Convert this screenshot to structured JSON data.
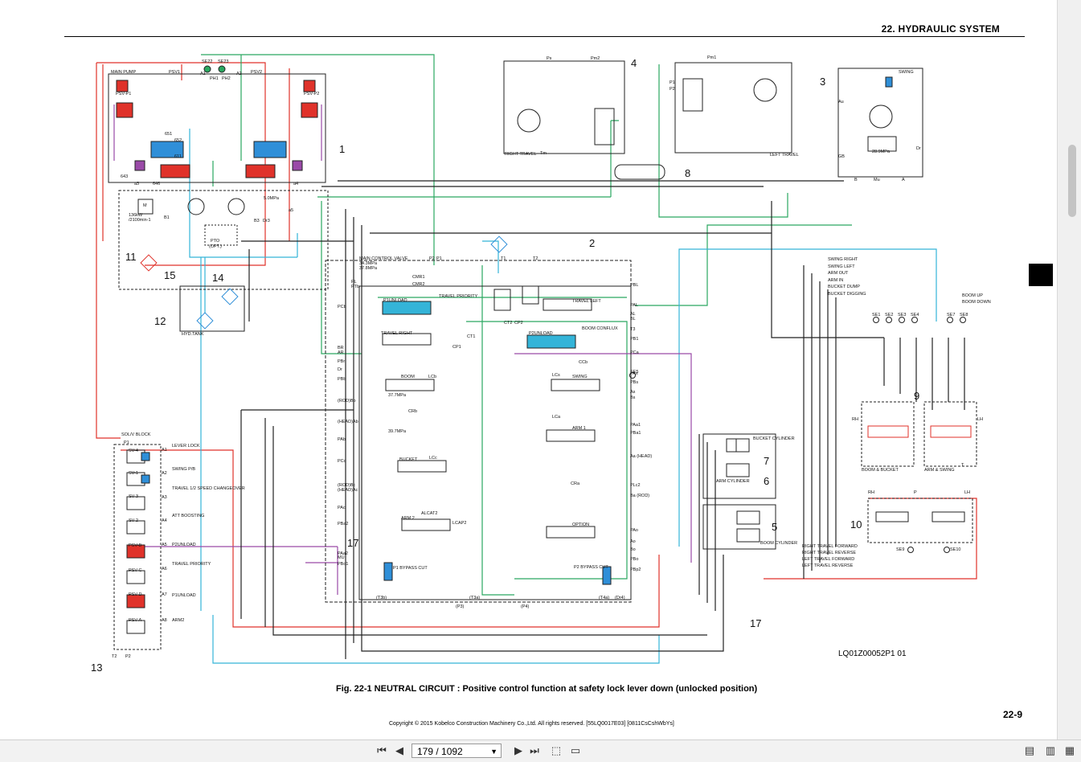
{
  "header": {
    "title": "22. HYDRAULIC SYSTEM"
  },
  "figure": {
    "caption": "Fig. 22-1 NEUTRAL CIRCUIT : Positive control function at safety lock lever down (unlocked position)",
    "doc_code": "LQ01Z00052P1  01",
    "page_number": "22-9",
    "copyright": "Copyright © 2015 Kobelco Construction Machinery Co.,Ltd. All rights reserved. [55LQ0017E03] [0811CsCshWbYs]"
  },
  "callouts": [
    "1",
    "2",
    "3",
    "4",
    "5",
    "6",
    "7",
    "8",
    "9",
    "10",
    "11",
    "12",
    "13",
    "14",
    "15",
    "17",
    "17"
  ],
  "pump_labels": [
    "MAIN PUMP",
    "PSV1",
    "PSV2",
    "SE22",
    "SE23",
    "A1",
    "A2",
    "PH1",
    "PH2",
    "PSV-P1",
    "PSV-P2",
    "651",
    "652",
    "611",
    "643",
    "646",
    "a3",
    "a4",
    "B1",
    "B3",
    "Dr3",
    "5.0MPa",
    "a5",
    "136kW",
    "/2100min-1",
    "PTO",
    "(OPT.)",
    "HYD.TANK",
    "M"
  ],
  "valve_labels": [
    "MAIN CONTROL VALVE",
    "34.3MPa",
    "37.8MPa",
    "P2",
    "P1",
    "T1",
    "T2",
    "PL",
    "PTb",
    "CMR1",
    "CMR2",
    "P1UNLOAD",
    "TRAVEL PRIORITY",
    "TRAVEL RIGHT",
    "TRAVEL LEFT",
    "P2UNLOAD",
    "BOOM CONFLUX",
    "SWING",
    "BOOM",
    "ARM 1",
    "ARM 2",
    "BUCKET",
    "OPTION",
    "P1 BYPASS CUT",
    "P2 BYPASS CUT",
    "37.7MPa",
    "39.7MPa",
    "CP1",
    "CP2",
    "CT1",
    "CT2",
    "LCb",
    "LCc",
    "LCs",
    "LCa",
    "ALCAT2",
    "LCAP2",
    "CRb",
    "CRa",
    "CCb",
    "SE5",
    "(T3b)",
    "(T3a)",
    "(P3)",
    "(P4)",
    "(T4a)",
    "(Dr4)"
  ],
  "port_labels_left": [
    "PCb",
    "BR",
    "AR",
    "PBr",
    "Dr",
    "PBb",
    "(ROD)Bb",
    "(HEAD)Ab",
    "PAb",
    "PCc",
    "(ROD)Bc",
    "(HEAD)Ac",
    "PAc",
    "PBa2",
    "PAa2",
    "MU",
    "PBo1"
  ],
  "port_labels_right": [
    "PBL",
    "PAL",
    "AL",
    "BL",
    "T3",
    "PB1",
    "PCa",
    "PAs",
    "PBs",
    "As",
    "Bs",
    "PAa1",
    "PBa1",
    "Aa (HEAD)",
    "PLc2",
    "Ba (ROD)",
    "PAo",
    "Ao",
    "Bo",
    "PBo",
    "PBp2"
  ],
  "solenoid_block": {
    "title": "SOL/V BLOCK",
    "items": [
      "SV-4",
      "SV-1",
      "SV-3",
      "SV-2",
      "PSV-B",
      "PSV-C",
      "PSV-D",
      "PSV-A"
    ],
    "ports": [
      "P1",
      "A1",
      "A2",
      "A3",
      "A4",
      "A5",
      "A6",
      "A7",
      "A8",
      "T2",
      "P2"
    ],
    "functions": [
      "LEVER LOCK",
      "SWING P/B",
      "TRAVEL 1/2 SPEED CHANGEOVER",
      "ATT BOOSTING",
      "P2UNLOAD",
      "TRAVEL PRIORITY",
      "P1UNLOAD",
      "ARM2"
    ]
  },
  "travel_labels": [
    "RIGHT TRAVEL",
    "LEFT TRAVEL",
    "Ps",
    "Pm1",
    "Pm2",
    "Tm",
    "P1",
    "P2",
    "SWING",
    "Au",
    "GB",
    "Dr",
    "28.9MPa",
    "Mu",
    "B",
    "A"
  ],
  "remote_signals": [
    "SWING RIGHT",
    "SWING LEFT",
    "ARM OUT",
    "ARM IN",
    "BUCKET DUMP",
    "BUCKET DIGGING",
    "BOOM UP",
    "BOOM DOWN",
    "RIGHT TRAVEL FORWARD",
    "RIGHT TRAVEL REVERSE",
    "LEFT TRAVEL FORWARD",
    "LEFT TRAVEL REVERSE"
  ],
  "sensors": [
    "SE1",
    "SE2",
    "SE3",
    "SE4",
    "SE7",
    "SE8",
    "SE9",
    "SE10"
  ],
  "remote_valves": [
    "RH",
    "LH",
    "BOOM & BUCKET",
    "ARM & SWING",
    "RH",
    "LH",
    "P",
    "T"
  ],
  "cylinders": [
    "BUCKET CYLINDER",
    "ARM CYLINDER",
    "BOOM CYLINDER"
  ],
  "colors": {
    "red": "#e0322a",
    "green": "#2aa860",
    "cyan": "#34b4d8",
    "purple": "#9a4aa8",
    "blue": "#2f8fd8",
    "line": "#222222"
  },
  "viewer": {
    "current_page": "179 / 1092",
    "buttons": [
      "first-page-icon",
      "prev-page-icon",
      "next-page-icon",
      "last-page-icon",
      "fit-page-icon",
      "fit-width-icon",
      "single-page-icon",
      "two-page-icon",
      "continuous-icon"
    ]
  }
}
